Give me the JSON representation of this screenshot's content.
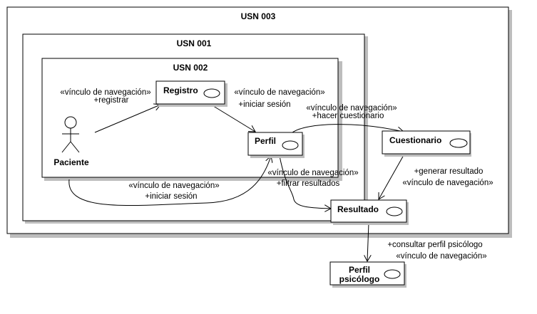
{
  "frames": {
    "usn003": "USN 003",
    "usn001": "USN 001",
    "usn002": "USN 002"
  },
  "actor": {
    "name": "Paciente"
  },
  "nodes": {
    "registro": "Registro",
    "perfil": "Perfil",
    "cuestionario": "Cuestionario",
    "resultado": "Resultado",
    "perfil_psicologo_line1": "Perfil",
    "perfil_psicologo_line2": "psicólogo"
  },
  "edges": {
    "paciente_registro": {
      "stereotype": "«vínculo de navegación»",
      "action": "+registrar"
    },
    "registro_perfil": {
      "stereotype": "«vínculo de navegación»",
      "action": "+iniciar sesión"
    },
    "perfil_cuestionario": {
      "stereotype": "«vínculo de navegación»",
      "action": "+hacer cuestionario"
    },
    "paciente_perfil": {
      "stereotype": "«vínculo de navegación»",
      "action": "+iniciar sesión"
    },
    "perfil_resultado": {
      "stereotype": "«vínculo de navegación»",
      "action": "+filtrar resultados"
    },
    "cuestionario_resultado": {
      "stereotype": "«vínculo de navegación»",
      "action": "+generar resultado"
    },
    "resultado_psicologo": {
      "stereotype": "«vínculo de navegación»",
      "action": "+consultar perfil psicólogo"
    }
  }
}
